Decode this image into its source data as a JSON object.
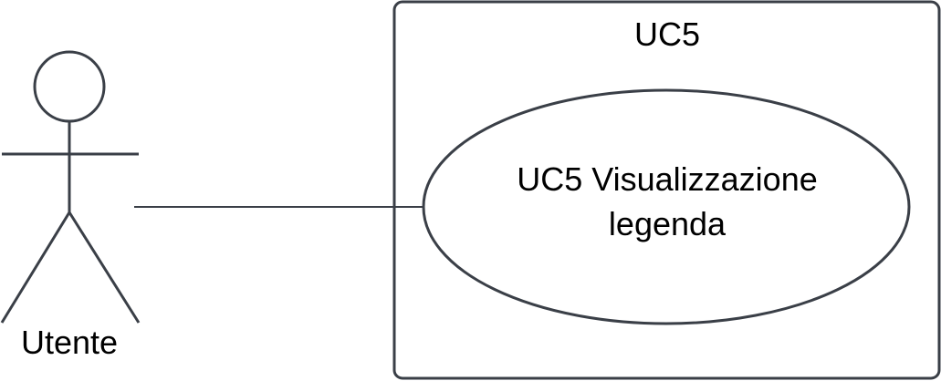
{
  "actor": {
    "name": "Utente"
  },
  "system": {
    "title": "UC5"
  },
  "use_case": {
    "line1": "UC5 Visualizzazione",
    "line2": "legenda"
  },
  "colors": {
    "stroke": "#3a3f47",
    "text": "#000000",
    "background": "#ffffff"
  }
}
